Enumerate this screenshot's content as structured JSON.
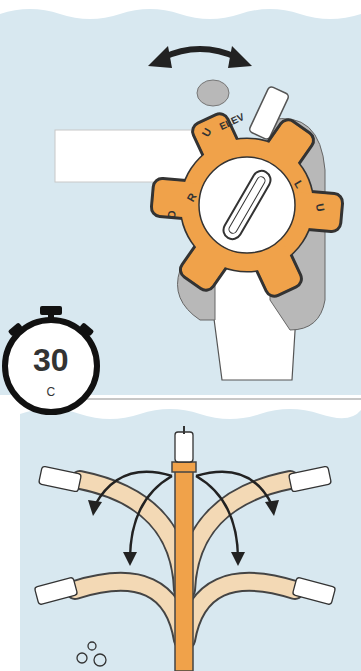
{
  "diagram": {
    "labels": [
      "U",
      "ELEV",
      "D",
      "R",
      "L",
      "U",
      "30",
      "C"
    ]
  }
}
